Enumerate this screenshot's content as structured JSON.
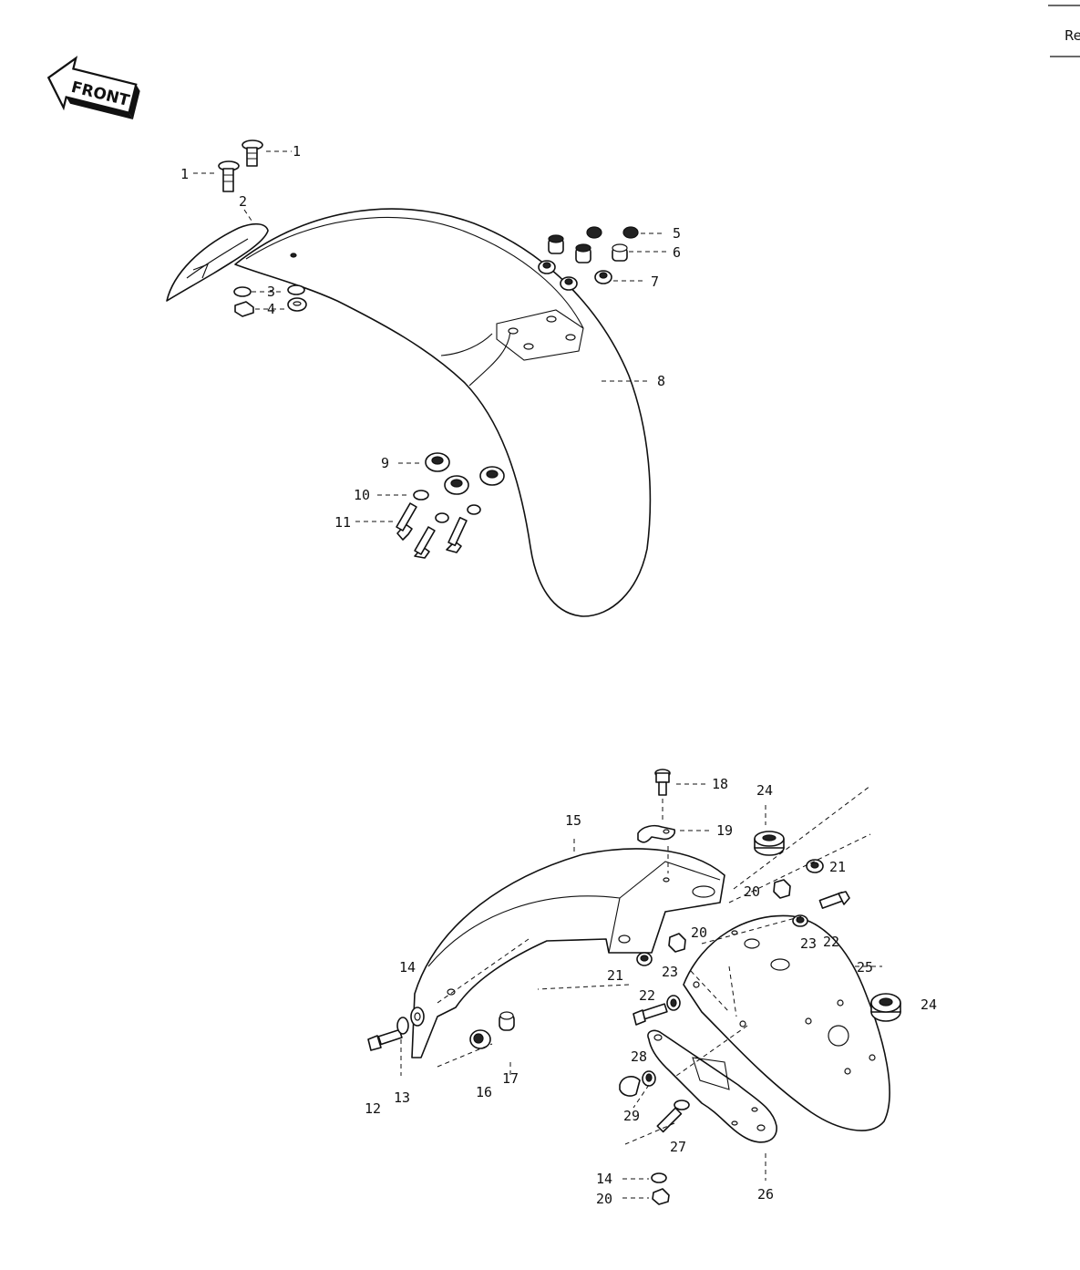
{
  "corner_label": "Re",
  "front_arrow": "FRONT",
  "callouts": [
    {
      "id": "c1a",
      "text": "1"
    },
    {
      "id": "c1b",
      "text": "1"
    },
    {
      "id": "c2",
      "text": "2"
    },
    {
      "id": "c3",
      "text": "3"
    },
    {
      "id": "c4",
      "text": "4"
    },
    {
      "id": "c5",
      "text": "5"
    },
    {
      "id": "c6",
      "text": "6"
    },
    {
      "id": "c7",
      "text": "7"
    },
    {
      "id": "c8",
      "text": "8"
    },
    {
      "id": "c9",
      "text": "9"
    },
    {
      "id": "c10",
      "text": "10"
    },
    {
      "id": "c11",
      "text": "11"
    },
    {
      "id": "c12",
      "text": "12"
    },
    {
      "id": "c13",
      "text": "13"
    },
    {
      "id": "c14a",
      "text": "14"
    },
    {
      "id": "c14b",
      "text": "14"
    },
    {
      "id": "c15",
      "text": "15"
    },
    {
      "id": "c16",
      "text": "16"
    },
    {
      "id": "c17",
      "text": "17"
    },
    {
      "id": "c18",
      "text": "18"
    },
    {
      "id": "c19",
      "text": "19"
    },
    {
      "id": "c20a",
      "text": "20"
    },
    {
      "id": "c20b",
      "text": "20"
    },
    {
      "id": "c20c",
      "text": "20"
    },
    {
      "id": "c21a",
      "text": "21"
    },
    {
      "id": "c21b",
      "text": "21"
    },
    {
      "id": "c22a",
      "text": "22"
    },
    {
      "id": "c22b",
      "text": "22"
    },
    {
      "id": "c23a",
      "text": "23"
    },
    {
      "id": "c23b",
      "text": "23"
    },
    {
      "id": "c24a",
      "text": "24"
    },
    {
      "id": "c24b",
      "text": "24"
    },
    {
      "id": "c25",
      "text": "25"
    },
    {
      "id": "c26",
      "text": "26"
    },
    {
      "id": "c27",
      "text": "27"
    },
    {
      "id": "c28",
      "text": "28"
    },
    {
      "id": "c29",
      "text": "29"
    }
  ]
}
